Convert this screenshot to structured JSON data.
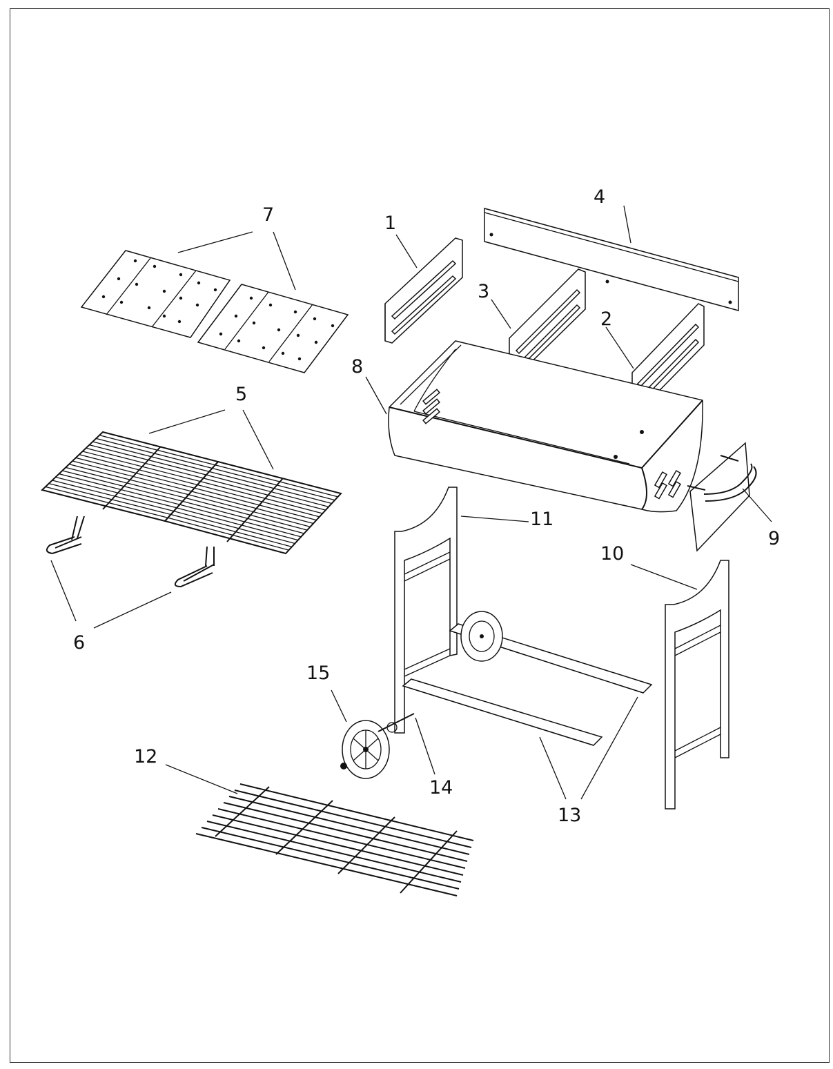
{
  "diagram": {
    "labels": {
      "p1": "1",
      "p2": "2",
      "p3": "3",
      "p4": "4",
      "p5": "5",
      "p6": "6",
      "p7": "7",
      "p8": "8",
      "p9": "9",
      "p10": "10",
      "p11": "11",
      "p12": "12",
      "p13": "13",
      "p14": "14",
      "p15": "15"
    },
    "colors": {
      "line": "#111111",
      "background": "#ffffff",
      "frame": "#333333"
    }
  }
}
